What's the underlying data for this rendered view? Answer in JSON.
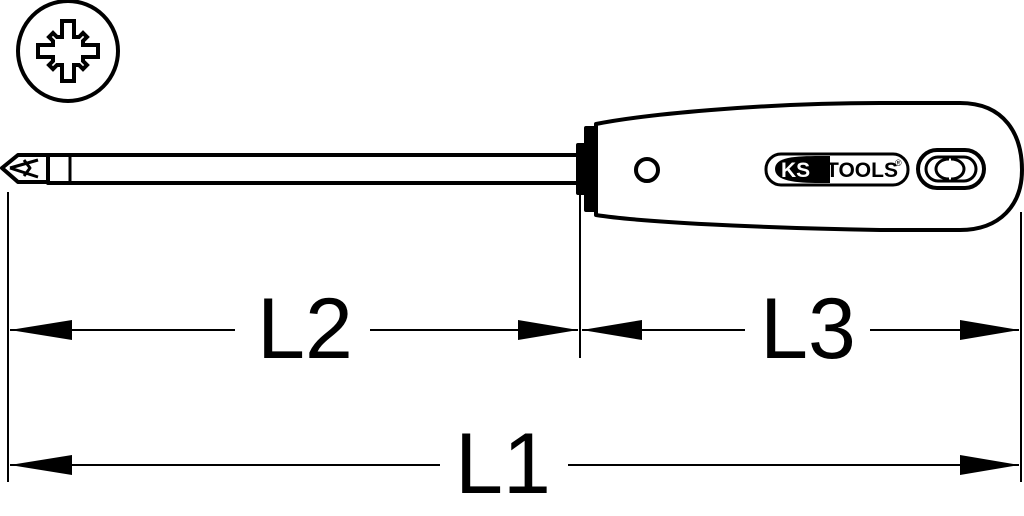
{
  "drawing": {
    "stroke_color": "#000000",
    "background_color": "#ffffff",
    "icon": "pozidriv-tip-icon"
  },
  "handle": {
    "logo": {
      "ks": "KS",
      "tools": "TOOLS",
      "registered": "®"
    }
  },
  "dimensions": {
    "l1": "L1",
    "l2": "L2",
    "l3": "L3"
  }
}
